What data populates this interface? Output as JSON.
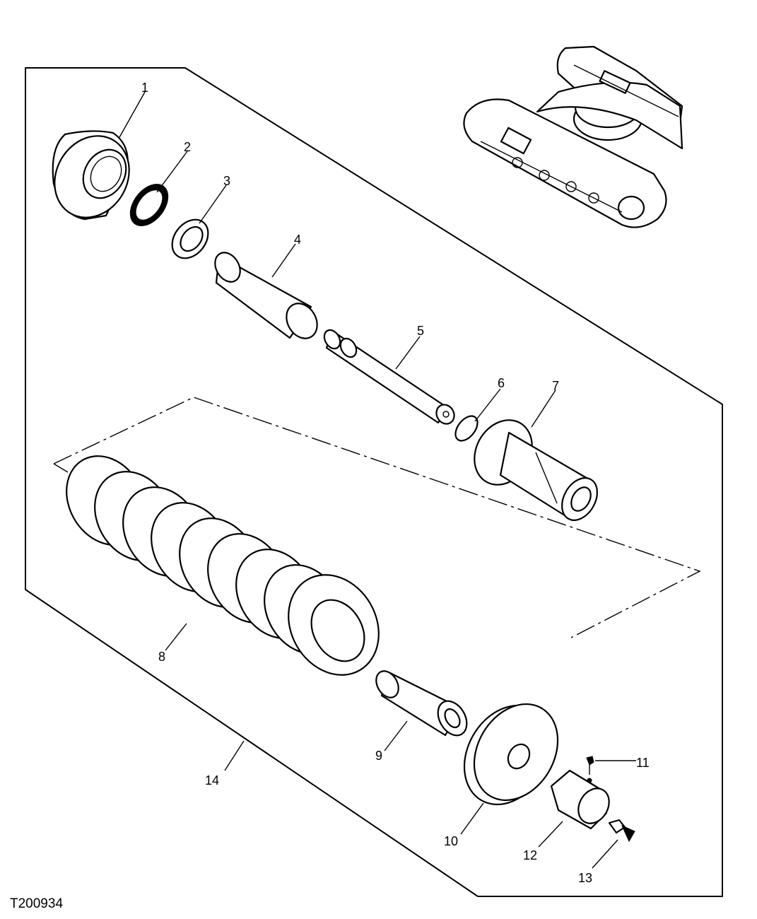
{
  "figure_id": "T200934",
  "callouts": [
    "1",
    "2",
    "3",
    "4",
    "5",
    "6",
    "7",
    "8",
    "9",
    "10",
    "11",
    "12",
    "13",
    "14"
  ]
}
